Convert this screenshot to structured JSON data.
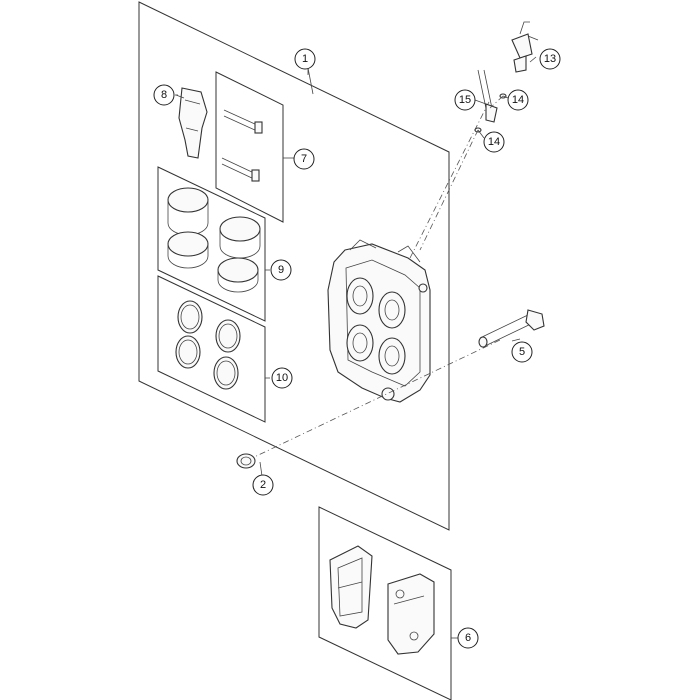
{
  "callouts": [
    {
      "id": "1",
      "label": "1"
    },
    {
      "id": "2",
      "label": "2"
    },
    {
      "id": "5",
      "label": "5"
    },
    {
      "id": "6",
      "label": "6"
    },
    {
      "id": "7",
      "label": "7"
    },
    {
      "id": "8",
      "label": "8"
    },
    {
      "id": "9",
      "label": "9"
    },
    {
      "id": "10",
      "label": "10"
    },
    {
      "id": "13",
      "label": "13"
    },
    {
      "id": "14a",
      "label": "14"
    },
    {
      "id": "14b",
      "label": "14"
    },
    {
      "id": "15",
      "label": "15"
    }
  ]
}
